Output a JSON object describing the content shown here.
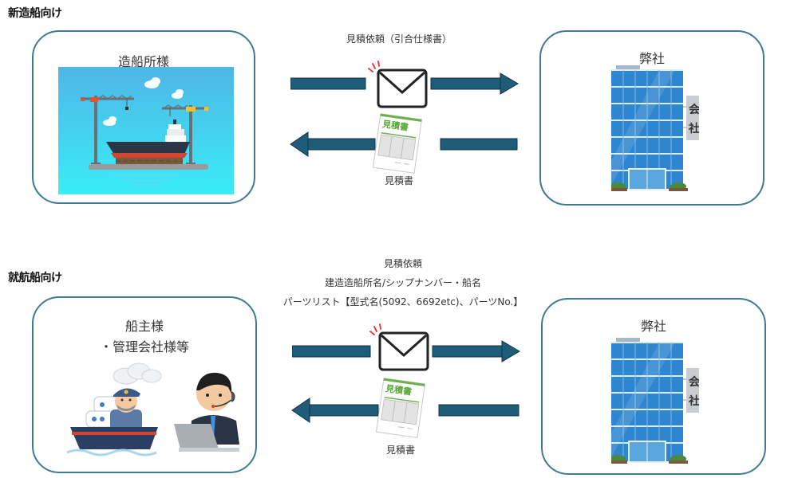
{
  "sections": [
    {
      "title": "新造船向け",
      "left_box": {
        "label_lines": [
          "造船所様"
        ],
        "illustration": "shipyard-illustration"
      },
      "request_label_lines": [
        "見積依頼（引合仕様書）"
      ],
      "reply_label": "見積書",
      "right_box": {
        "label": "弊社",
        "sign_text": [
          "会",
          "社"
        ],
        "illustration": "office-building-illustration"
      }
    },
    {
      "title": "就航船向け",
      "left_box": {
        "label_lines": [
          "船主様",
          "・管理会社様等"
        ],
        "illustration": "shipowner-and-operator-illustration"
      },
      "request_label_lines": [
        "見積依頼",
        "建造造船所名/シップナンバー・船名",
        "パーツリスト【型式名(5092、6692etc)、パーツNo.】"
      ],
      "reply_label": "見積書",
      "right_box": {
        "label": "弊社",
        "sign_text": [
          "会",
          "社"
        ],
        "illustration": "office-building-illustration"
      }
    }
  ],
  "estimate_doc_title": "見積書",
  "colors": {
    "arrow": "#1f5c7a",
    "box_border": "#3e7a94",
    "sky_top": "#4fb6e6",
    "sky_bottom": "#39e6f5",
    "building": "#2f86d0"
  }
}
